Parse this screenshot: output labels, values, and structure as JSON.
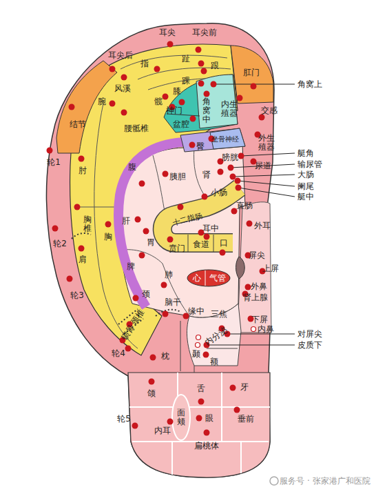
{
  "diagram": {
    "labels": [
      "耳尖",
      "耳尖前",
      "耳尖后",
      "指",
      "趾",
      "跟",
      "肛门",
      "角窝上",
      "风溪",
      "踝",
      "膝",
      "内生 殖器",
      "髋",
      "神门",
      "角窝中",
      "交感",
      "结节",
      "腕",
      "腰骶椎",
      "盆腔",
      "坐骨神经",
      "外生 殖器",
      "臀",
      "艇角",
      "轮1",
      "肘",
      "腹",
      "膀胱",
      "尿道",
      "输尿管",
      "胰胆",
      "肾",
      "大肠",
      "阑尾",
      "小肠",
      "艇中",
      "肝",
      "十二指肠",
      "直肠",
      "外耳",
      "耳中",
      "轮2",
      "胸椎",
      "胸",
      "胃",
      "贲门",
      "食道",
      "口",
      "屏尖",
      "肩",
      "上屏",
      "脾",
      "心",
      "气管",
      "肺",
      "外鼻",
      "轮3",
      "颈",
      "脑干",
      "肾上腺",
      "缘中",
      "颈椎",
      "三焦",
      "下屏",
      "内鼻",
      "锁骨",
      "内分泌",
      "对屏尖",
      "轮4",
      "枕",
      "颞",
      "皮质下",
      "额",
      "颌",
      "舌",
      "牙",
      "面颊",
      "轮5",
      "内耳",
      "眼",
      "垂前",
      "扁桃体",
      "服务号 · 张家港广和医院"
    ]
  }
}
